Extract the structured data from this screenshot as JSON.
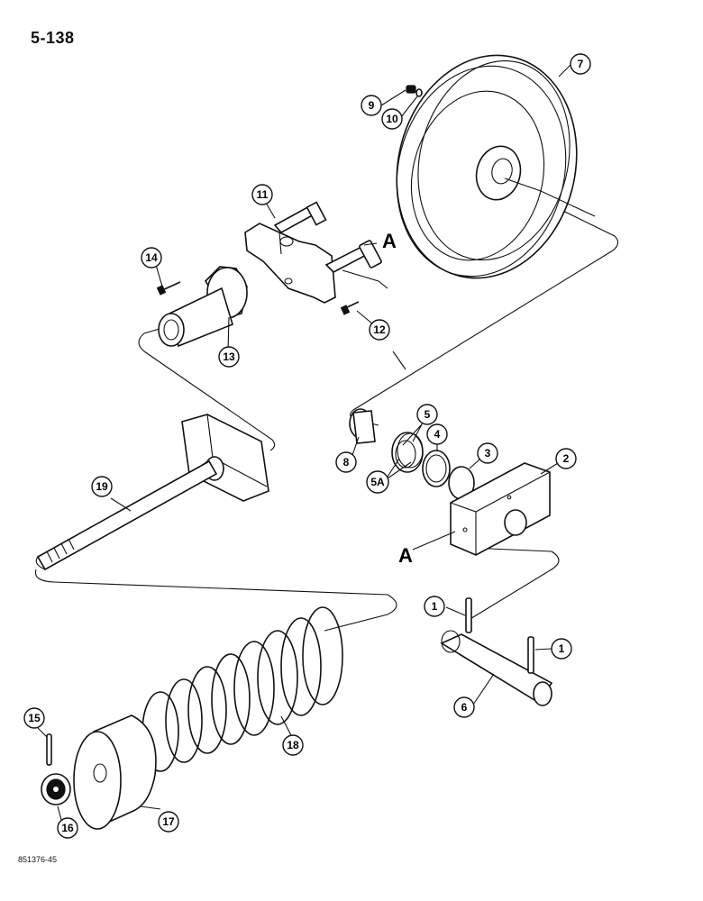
{
  "page": {
    "number": "5-138",
    "figure_code": "851376-45"
  },
  "reference_letters": {
    "upper": "A",
    "lower": "A"
  },
  "callouts": {
    "c1a": "1",
    "c1b": "1",
    "c2": "2",
    "c3": "3",
    "c4": "4",
    "c5": "5",
    "c5a": "5A",
    "c6": "6",
    "c7": "7",
    "c8": "8",
    "c9": "9",
    "c10": "10",
    "c11": "11",
    "c12": "12",
    "c13": "13",
    "c14": "14",
    "c15": "15",
    "c16": "16",
    "c17": "17",
    "c18": "18",
    "c19": "19"
  }
}
